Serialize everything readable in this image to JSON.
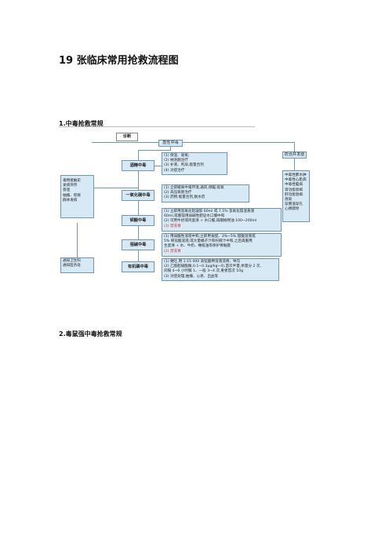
{
  "title": "19 张临床常用抢救流程图",
  "section1": {
    "heading": "1.中毒抢救常规"
  },
  "section2": {
    "heading": "2.毒鼠强中毒抢救常规"
  },
  "flowchart": {
    "diagnosis": "诊断",
    "acute": "急性中毒",
    "prevention": "防治并发症",
    "history": [
      "毒物接触史",
      "发病突然",
      "昏迷",
      "抽搐、惊厥",
      "群体发病"
    ],
    "notify": [
      "通知卫生科",
      "通知医务处"
    ],
    "types": [
      {
        "name": "酒精中毒",
        "items": [
          "(1) 保温、吸氧;",
          "(2) 纳洛酮治疗",
          "(3) 补液、利尿,能量合剂",
          "(4) 对症治疗"
        ]
      },
      {
        "name": "一氧化碳中毒",
        "items": [
          "(1) 立即撤离中毒环境,通风,保暖,吸氧",
          "(2) 高压氧舱治疗",
          "(3) 药物:能量合剂,脱水药"
        ]
      },
      {
        "name": "钡酸中毒",
        "items": [
          "(1) 立即用氢氧化铝凝胶 60ml 或 7.5% 氢氧化镁混悬液",
          "60ml,或服镁用弱碱性肥皂水口服中和",
          "(2) 可用牛奶或鸡蛋清 + 水口服,再服植物油 100~200ml"
        ],
        "warning": "(3) 禁洗胃"
      },
      {
        "name": "强碱中毒",
        "items": [
          "(1) 用弱酸性溶液中和,立即用食醋、3%~5% 醋酸溶液或",
          "5% 稀盐酸溶液,或大量橘子汁和柠檬汁中和,之后再服用",
          "生蛋清 + 水、牛奶、橄榄油等保护胃黏膜"
        ],
        "warning": "(2) 禁洗胃"
      },
      {
        "name": "有机磷中毒",
        "items": [
          "(1) 催吐,用 1:15 000 高锰酸钾溶液洗胃、导泻",
          "(2) 乙酰胆碱酯酶,0.1~0.3μg/kg~4),首次半量,余量分 2 次,",
          "间隔 4~6 小时服 1、一般 3~4 次,重者首次 10g",
          "(3) 对症处理,抽搐、心衰、出血等"
        ]
      }
    ],
    "complications": [
      "中毒性肺水肿",
      "中毒性心肌病",
      "中毒性脑病",
      "肾功能衰竭",
      "肝功能衰竭",
      "感染",
      "穿肠道穿孔",
      "心搏骤停"
    ]
  }
}
